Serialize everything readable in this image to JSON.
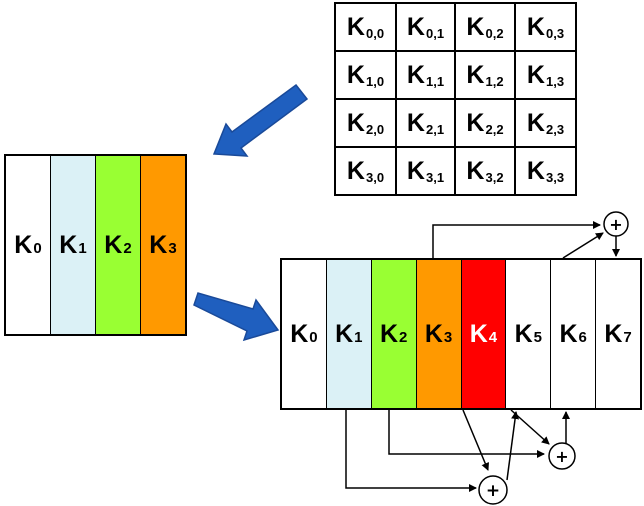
{
  "matrix": {
    "letter": "K",
    "rows": [
      [
        {
          "sub": "0,0"
        },
        {
          "sub": "0,1"
        },
        {
          "sub": "0,2"
        },
        {
          "sub": "0,3"
        }
      ],
      [
        {
          "sub": "1,0"
        },
        {
          "sub": "1,1"
        },
        {
          "sub": "1,2"
        },
        {
          "sub": "1,3"
        }
      ],
      [
        {
          "sub": "2,0"
        },
        {
          "sub": "2,1"
        },
        {
          "sub": "2,2"
        },
        {
          "sub": "2,3"
        }
      ],
      [
        {
          "sub": "3,0"
        },
        {
          "sub": "3,1"
        },
        {
          "sub": "3,2"
        },
        {
          "sub": "3,3"
        }
      ]
    ]
  },
  "initial_words": [
    {
      "letter": "K",
      "sub": "0",
      "color": "#ffffff",
      "text_color": "#000000"
    },
    {
      "letter": "K",
      "sub": "1",
      "color": "#dbf1f6",
      "text_color": "#000000"
    },
    {
      "letter": "K",
      "sub": "2",
      "color": "#99ff33",
      "text_color": "#000000"
    },
    {
      "letter": "K",
      "sub": "3",
      "color": "#ff9900",
      "text_color": "#000000"
    }
  ],
  "expanded_words": [
    {
      "letter": "K",
      "sub": "0",
      "color": "#ffffff",
      "text_color": "#000000"
    },
    {
      "letter": "K",
      "sub": "1",
      "color": "#dbf1f6",
      "text_color": "#000000"
    },
    {
      "letter": "K",
      "sub": "2",
      "color": "#99ff33",
      "text_color": "#000000"
    },
    {
      "letter": "K",
      "sub": "3",
      "color": "#ff9900",
      "text_color": "#000000"
    },
    {
      "letter": "K",
      "sub": "4",
      "color": "#ff0000",
      "text_color": "#ffffff"
    },
    {
      "letter": "K",
      "sub": "5",
      "color": "#ffffff",
      "text_color": "#000000"
    },
    {
      "letter": "K",
      "sub": "6",
      "color": "#ffffff",
      "text_color": "#000000"
    },
    {
      "letter": "K",
      "sub": "7",
      "color": "#ffffff",
      "text_color": "#000000"
    }
  ],
  "xor_symbol": "+",
  "colors": {
    "arrow_blue": "#1f5fbf",
    "arrow_blue_dark": "#1a4a99",
    "line": "#000000"
  }
}
